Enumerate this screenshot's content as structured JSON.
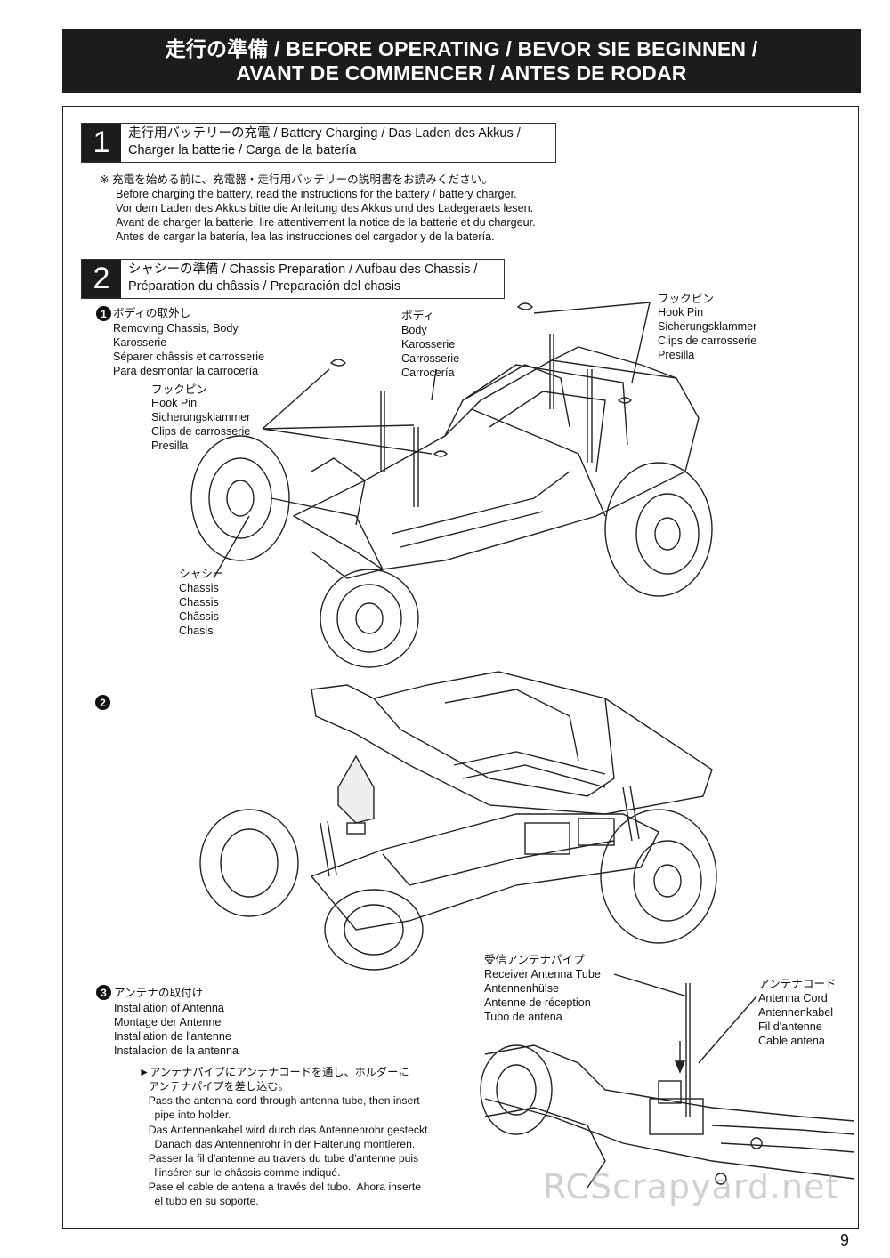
{
  "header": {
    "line1": "走行の準備 / BEFORE OPERATING / BEVOR SIE BEGINNEN /",
    "line2": "AVANT DE COMMENCER / ANTES DE RODAR"
  },
  "step1": {
    "number": "1",
    "title_line1": "走行用バッテリーの充電 / Battery Charging / Das Laden des Akkus /",
    "title_line2": "Charger la batterie / Carga de la batería",
    "note_jp": "※ 充電を始める前に、充電器・走行用バッテリーの説明書をお読みください。",
    "note_lines": [
      "Before charging the battery, read the instructions for the battery / battery charger.",
      "Vor dem Laden des Akkus bitte die Anleitung des Akkus und des Ladegeraets lesen.",
      "Avant de charger la batterie, lire attentivement la notice de la batterie et du chargeur.",
      "Antes de cargar la batería, lea las instrucciones del cargador y de la batería."
    ]
  },
  "step2": {
    "number": "2",
    "title_line1": "シャシーの準備 / Chassis Preparation / Aufbau des Chassis /",
    "title_line2": "Préparation du châssis / Preparación del chasis",
    "sub1": {
      "marker": "1",
      "lines": [
        "ボディの取外し",
        "Removing Chassis, Body",
        "Karosserie",
        "Séparer châssis et carrosserie",
        "Para desmontar la carrocería"
      ]
    },
    "body_label": [
      "ボディ",
      "Body",
      "Karosserie",
      "Carrosserie",
      "Carrocería"
    ],
    "hook_pin_right": [
      "フックピン",
      "Hook Pin",
      "Sicherungsklammer",
      "Clips de carrosserie",
      "Presilla"
    ],
    "hook_pin_left": [
      "フックピン",
      "Hook Pin",
      "Sicherungsklammer",
      "Clips de carrosserie",
      "Presilla"
    ],
    "chassis_label": [
      "シャシー",
      "Chassis",
      "Chassis",
      "Châssis",
      "Chasis"
    ],
    "sub2": {
      "marker": "2"
    },
    "sub3": {
      "marker": "3",
      "lines": [
        "アンテナの取付け",
        "Installation of Antenna",
        "Montage der Antenne",
        "Installation de l'antenne",
        "Instalacion de la antenna"
      ]
    },
    "antenna_tube": [
      "受信アンテナパイプ",
      "Receiver Antenna Tube",
      "Antennenhülse",
      "Antenne de réception",
      "Tubo de antena"
    ],
    "antenna_cord": [
      "アンテナコード",
      "Antenna Cord",
      "Antennenkabel",
      "Fil d'antenne",
      "Cable antena"
    ],
    "instructions": [
      "►アンテナパイプにアンテナコードを通し、ホルダーに",
      "  アンテナパイプを差し込む。",
      "  Pass the antenna cord through antenna tube, then insert",
      "    pipe into holder.",
      "  Das Antennenkabel wird durch das Antennenrohr gesteckt.",
      "    Danach das Antennenrohr in der Halterung montieren.",
      "  Passer la fil d'antenne au travers du tube d'antenne puis",
      "    l'insérer sur le châssis comme indiqué.",
      "  Pase el cable de antena a través del tubo.  Ahora inserte",
      "    el tubo en su soporte."
    ]
  },
  "watermark": "RCScrapyard.net",
  "page_number": "9"
}
